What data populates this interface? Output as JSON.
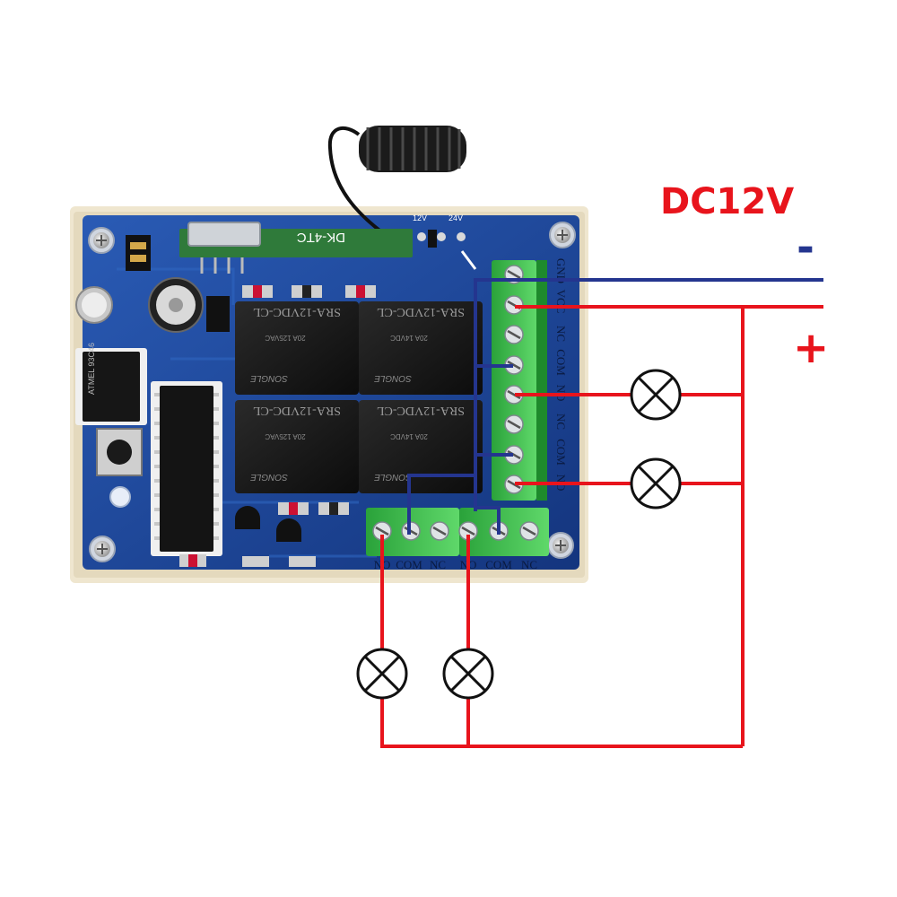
{
  "header": {
    "supply_label": "DC12V",
    "minus_sign": "-",
    "plus_sign": "+"
  },
  "relay": {
    "marking": "SRA-12VDC-CL",
    "rating_1": "20A 125VAC",
    "rating_2": "20A 14VDC",
    "brand": "SONGLE"
  },
  "board": {
    "model": "DK-4TC",
    "jumper_12v": "12V",
    "jumper_24v": "24V",
    "chip": "ATMEL 93C46"
  },
  "terminals": {
    "right": [
      "VCC",
      "GND",
      "NC",
      "COM",
      "NO",
      "NC",
      "COM",
      "NO"
    ],
    "bottom": [
      "NO",
      "COM",
      "NC",
      "NO",
      "COM",
      "NC"
    ]
  },
  "colors": {
    "positive_wire": "#e8141c",
    "negative_wire": "#24358f",
    "label_red": "#e8141c",
    "pcb_blue": "#1a3f8f",
    "terminal_green": "#3cbf4a"
  },
  "icons": {
    "load": "lamp-icon"
  }
}
